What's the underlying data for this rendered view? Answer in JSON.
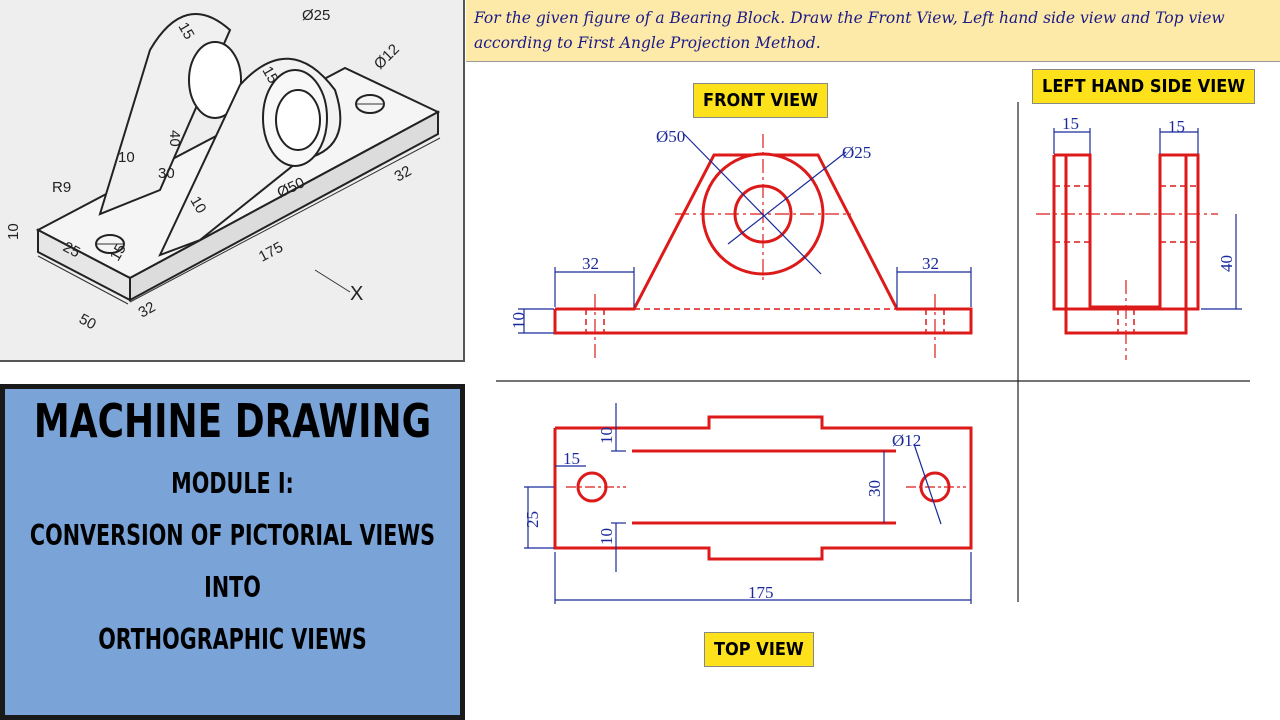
{
  "task": {
    "text": "For the given figure of a Bearing Block. Draw the Front View, Left hand side view and Top view according to First Angle Projection Method."
  },
  "title_panel": {
    "main": "MACHINE DRAWING",
    "module": "MODULE I:",
    "conversion": "CONVERSION OF PICTORIAL VIEWS",
    "into": "INTO",
    "ortho": "ORTHOGRAPHIC VIEWS"
  },
  "labels": {
    "front_view": "FRONT VIEW",
    "lhs_view": "LEFT HAND SIDE VIEW",
    "top_view": "TOP VIEW"
  },
  "iso_dims": {
    "d15_a": "15",
    "d25_dia": "Ø25",
    "d15_b": "15",
    "d12_dia": "Ø12",
    "d40": "40",
    "d10_a": "10",
    "d30": "30",
    "r9": "R9",
    "d10_b": "10",
    "d50_dia": "Ø50",
    "d32_a": "32",
    "d10_c": "10",
    "d25": "25",
    "d15_c": "15",
    "d175": "175",
    "d50": "50",
    "d32_b": "32",
    "x_marker": "X"
  },
  "front_dims": {
    "dia50": "Ø50",
    "dia25": "Ø25",
    "left32": "32",
    "right32": "32",
    "height10": "10"
  },
  "lhs_dims": {
    "left15": "15",
    "right15": "15",
    "height40": "40"
  },
  "top_dims": {
    "d10_top": "10",
    "d10_bottom": "10",
    "d15": "15",
    "d25": "25",
    "d30": "30",
    "dia12": "Ø12",
    "d175": "175"
  },
  "colors": {
    "outline": "#dd1a1a",
    "dimension": "#1a2a9a",
    "title_bg": "#7aa3d8",
    "task_bg": "#fde9a8",
    "label_bg": "#fde21b"
  }
}
